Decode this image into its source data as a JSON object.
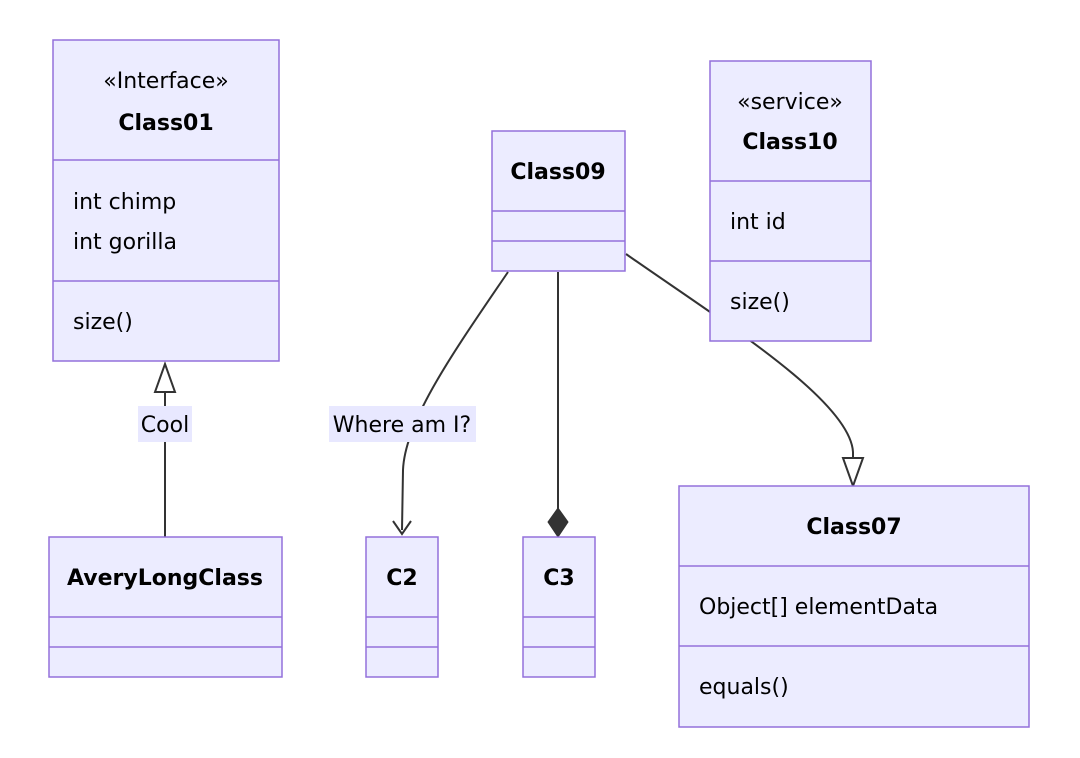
{
  "classes": {
    "class01": {
      "stereotype": "«Interface»",
      "name": "Class01",
      "attributes": [
        "int chimp",
        "int gorilla"
      ],
      "methods": [
        "size()"
      ]
    },
    "class09": {
      "name": "Class09"
    },
    "class10": {
      "stereotype": "«service»",
      "name": "Class10",
      "attributes": [
        "int id"
      ],
      "methods": [
        "size()"
      ]
    },
    "averylongclass": {
      "name": "AveryLongClass"
    },
    "c2": {
      "name": "C2"
    },
    "c3": {
      "name": "C3"
    },
    "class07": {
      "name": "Class07",
      "attributes": [
        "Object[] elementData"
      ],
      "methods": [
        "equals()"
      ]
    }
  },
  "relations": {
    "inheritance_label": "Cool",
    "association_label": "Where am I?"
  },
  "colors": {
    "node_fill": "#ececff",
    "node_stroke": "#9370db",
    "edge": "#333333",
    "label_bg": "#e8e8ff"
  }
}
